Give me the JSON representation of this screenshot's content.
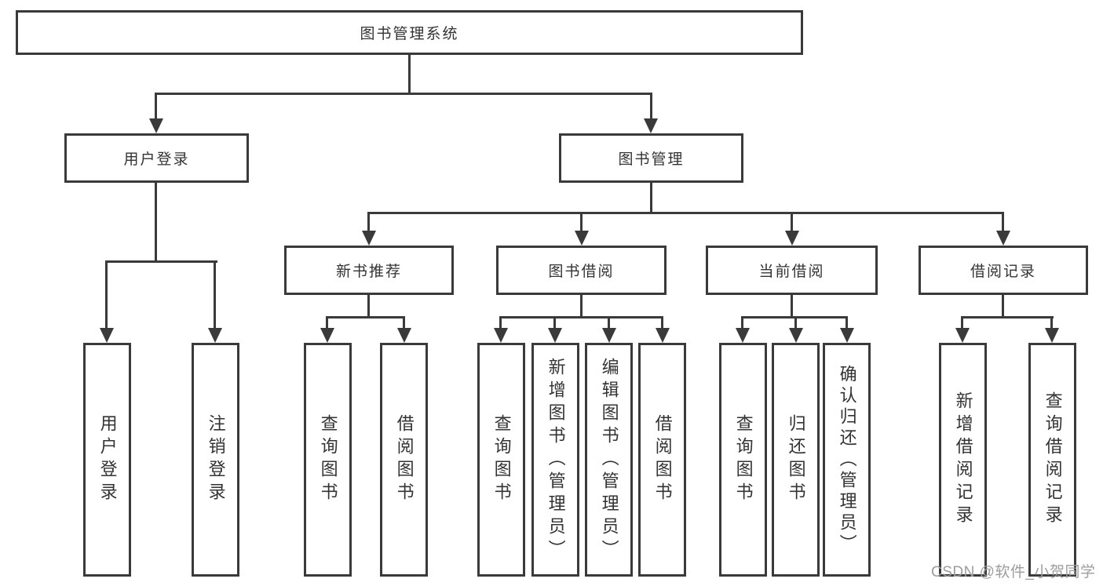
{
  "colors": {
    "line": "#3a3a3a",
    "text": "#333333",
    "watermark": "#9d9d9d",
    "background": "#ffffff"
  },
  "watermark": {
    "text": "CSDN @软件_小贺同学"
  },
  "tree": {
    "root": {
      "label": "图书管理系统"
    },
    "children": [
      {
        "label": "用户登录",
        "children": [
          {
            "label": "用户登录"
          },
          {
            "label": "注销登录"
          }
        ]
      },
      {
        "label": "图书管理",
        "children": [
          {
            "label": "新书推荐",
            "children": [
              {
                "label": "查询图书"
              },
              {
                "label": "借阅图书"
              }
            ]
          },
          {
            "label": "图书借阅",
            "children": [
              {
                "label": "查询图书"
              },
              {
                "label": "新增图书（管理员）"
              },
              {
                "label": "编辑图书（管理员）"
              },
              {
                "label": "借阅图书"
              }
            ]
          },
          {
            "label": "当前借阅",
            "children": [
              {
                "label": "查询图书"
              },
              {
                "label": "归还图书"
              },
              {
                "label": "确认归还（管理员）"
              }
            ]
          },
          {
            "label": "借阅记录",
            "children": [
              {
                "label": "新增借阅记录"
              },
              {
                "label": "查询借阅记录"
              }
            ]
          }
        ]
      }
    ]
  }
}
